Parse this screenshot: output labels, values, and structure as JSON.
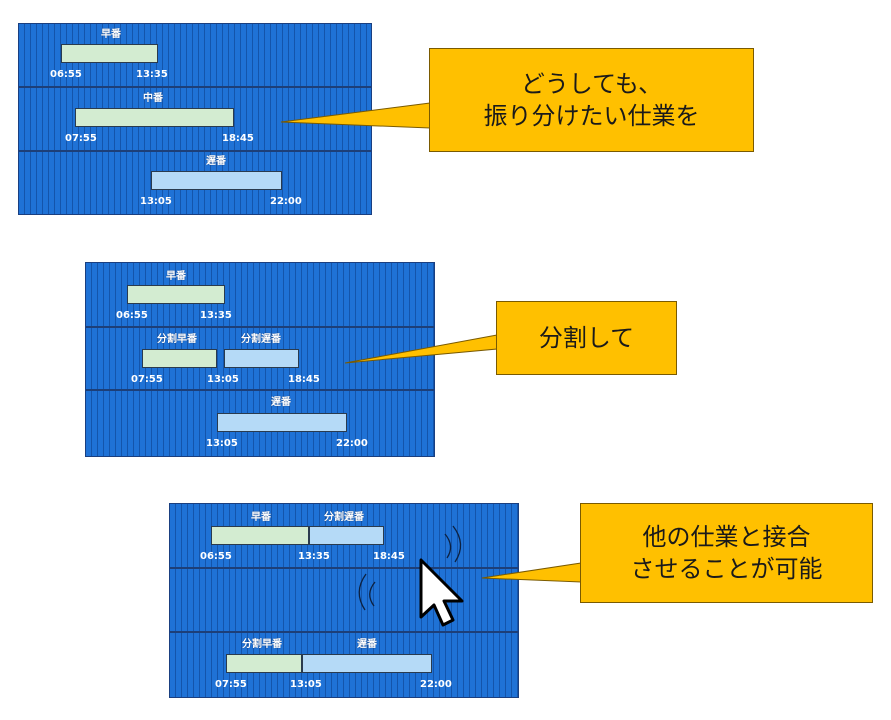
{
  "panel1": {
    "rows": [
      {
        "label": "早番",
        "start": "06:55",
        "end": "13:35"
      },
      {
        "label": "中番",
        "start": "07:55",
        "end": "18:45"
      },
      {
        "label": "遅番",
        "start": "13:05",
        "end": "22:00"
      }
    ]
  },
  "callout1": {
    "line1": "どうしても、",
    "line2": "振り分けたい仕業を"
  },
  "panel2": {
    "row1": {
      "label": "早番",
      "start": "06:55",
      "end": "13:35"
    },
    "row2": {
      "label_a": "分割早番",
      "label_b": "分割遅番",
      "t1": "07:55",
      "t2": "13:05",
      "t3": "18:45"
    },
    "row3": {
      "label": "遅番",
      "start": "13:05",
      "end": "22:00"
    }
  },
  "callout2": {
    "line1": "分割して"
  },
  "panel3": {
    "row1": {
      "label_a": "早番",
      "label_b": "分割遅番",
      "t1": "06:55",
      "t2": "13:35",
      "t3": "18:45"
    },
    "row3": {
      "label_a": "分割早番",
      "label_b": "遅番",
      "t1": "07:55",
      "t2": "13:05",
      "t3": "22:00"
    }
  },
  "callout3": {
    "line1": "他の仕業と接合",
    "line2": "させることが可能"
  },
  "colors": {
    "panel_bg": "#1f72d6",
    "early_bar": "#d3ecd1",
    "late_bar": "#b5daf7",
    "callout": "#ffc000"
  },
  "icons": {
    "cursor": "mouse-pointer-icon"
  }
}
